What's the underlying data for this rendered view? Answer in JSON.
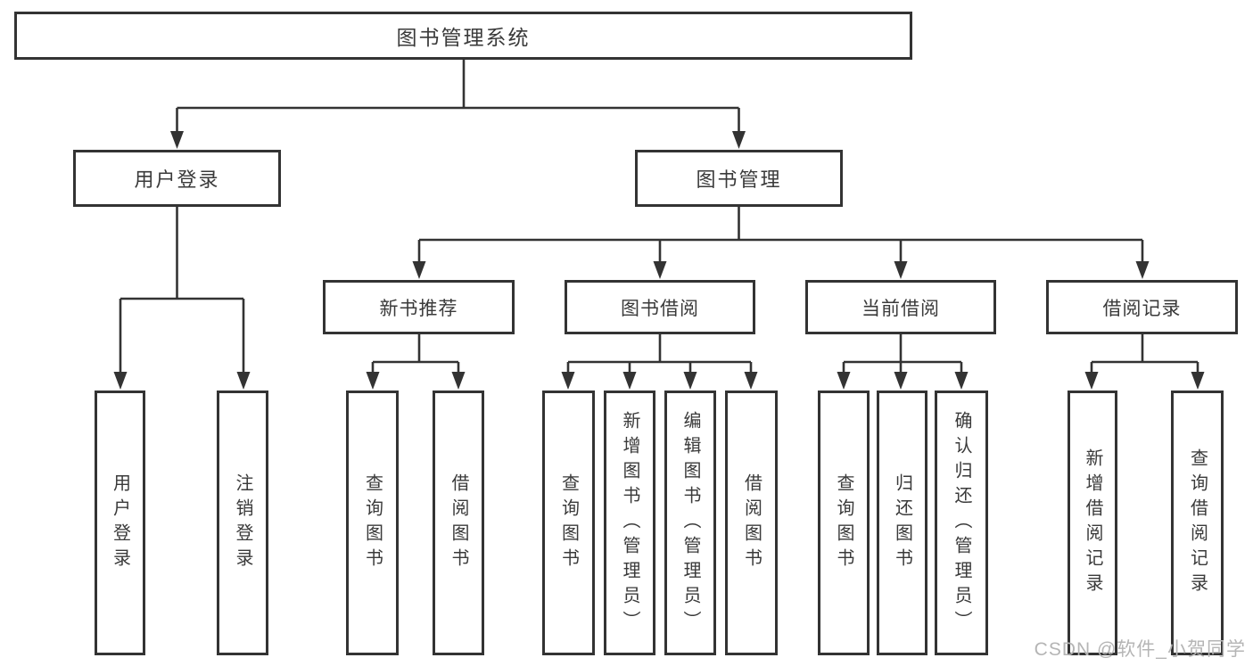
{
  "colors": {
    "line": "#333333",
    "box_border": "#333333",
    "box_fill": "#ffffff",
    "text": "#3a3a3a",
    "background": "#ffffff",
    "watermark": "#b5b5b5"
  },
  "nodes": {
    "root": "图书管理系统",
    "user_login": "用户登录",
    "book_mgmt": "图书管理",
    "new_book_rec": "新书推荐",
    "book_borrow": "图书借阅",
    "current_borrow": "当前借阅",
    "borrow_record": "借阅记录",
    "leaf_user_login": "用户登录",
    "leaf_logout": "注销登录",
    "leaf_nbr_query": "查询图书",
    "leaf_nbr_borrow": "借阅图书",
    "leaf_bb_query": "查询图书",
    "leaf_bb_add": "新增图书（管理员）",
    "leaf_bb_edit": "编辑图书（管理员）",
    "leaf_bb_borrow": "借阅图书",
    "leaf_cb_query": "查询图书",
    "leaf_cb_return": "归还图书",
    "leaf_cb_confirm": "确认归还（管理员）",
    "leaf_br_add": "新增借阅记录",
    "leaf_br_query": "查询借阅记录"
  },
  "watermark": "CSDN @软件_小贺同学"
}
